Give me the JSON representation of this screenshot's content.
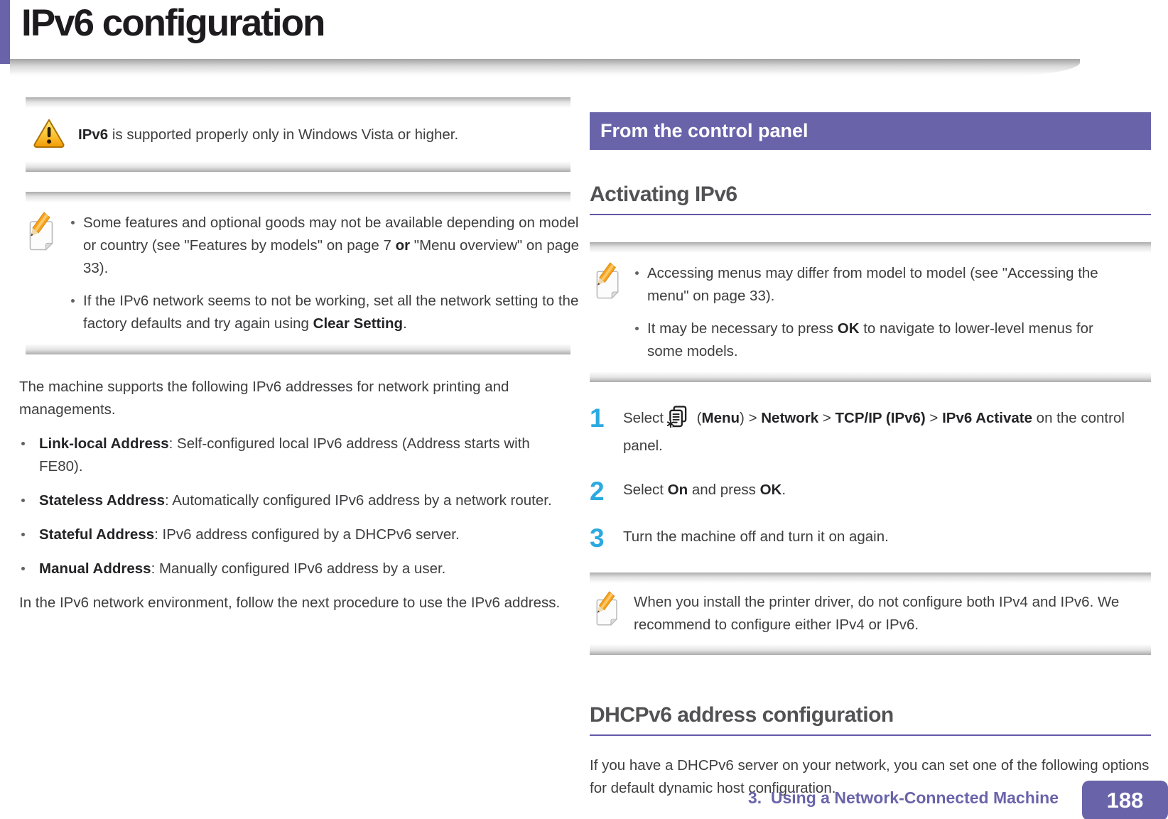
{
  "header": {
    "title": "IPv6 configuration"
  },
  "colors": {
    "accent_purple": "#6964AA",
    "step_number_cyan": "#2BA9E0",
    "heading_gray": "#525254"
  },
  "icons": {
    "warning_icon": "yellow-triangle-exclamation",
    "note_icon": "page-with-pencil",
    "menu_icon": "document-list-with-asterisk"
  },
  "left": {
    "warning": {
      "segs": [
        {
          "t": "IPv6",
          "b": true
        },
        {
          "t": " is supported properly only in Windows Vista or higher."
        }
      ]
    },
    "note1": {
      "items": [
        {
          "segs": [
            {
              "t": "Some features and optional goods may not be available depending on model or country (see \"Features by models\" on page 7 "
            },
            {
              "t": "or",
              "b": true
            },
            {
              "t": " \"Menu overview\" on page 33)."
            }
          ]
        },
        {
          "segs": [
            {
              "t": "If the IPv6 network seems to not be working, set all the network setting to the factory defaults and try again using "
            },
            {
              "t": "Clear Setting",
              "b": true
            },
            {
              "t": "."
            }
          ]
        }
      ]
    },
    "intro": "The machine supports the following IPv6 addresses for network printing and managements.",
    "addresses": [
      {
        "segs": [
          {
            "t": "Link-local Address",
            "b": true
          },
          {
            "t": ": Self-configured local IPv6 address (Address starts with FE80)."
          }
        ]
      },
      {
        "segs": [
          {
            "t": "Stateless Address",
            "b": true
          },
          {
            "t": ": Automatically configured IPv6 address by a network router."
          }
        ]
      },
      {
        "segs": [
          {
            "t": "Stateful Address",
            "b": true
          },
          {
            "t": ": IPv6 address configured by a DHCPv6 server."
          }
        ]
      },
      {
        "segs": [
          {
            "t": "Manual Address",
            "b": true
          },
          {
            "t": ": Manually configured IPv6 address by a user."
          }
        ]
      }
    ],
    "outro": "In the IPv6 network environment, follow the next procedure to use the IPv6 address."
  },
  "right": {
    "banner": "From the control panel",
    "activating_heading": "Activating IPv6",
    "note2": {
      "items": [
        {
          "segs": [
            {
              "t": "Accessing menus may differ from model to model (see \"Accessing the menu\" on page 33)."
            }
          ]
        },
        {
          "segs": [
            {
              "t": "It may be necessary to press "
            },
            {
              "t": "OK",
              "b": true
            },
            {
              "t": " to navigate to lower-level menus for some models."
            }
          ]
        }
      ]
    },
    "steps": [
      {
        "num": "1",
        "pre": "Select",
        "rest": {
          "segs": [
            {
              "t": " ("
            },
            {
              "t": "Menu",
              "b": true
            },
            {
              "t": ") > "
            },
            {
              "t": "Network",
              "b": true
            },
            {
              "t": " > "
            },
            {
              "t": "TCP/IP (IPv6)",
              "b": true
            },
            {
              "t": " > "
            },
            {
              "t": "IPv6 Activate",
              "b": true
            },
            {
              "t": " on the control panel."
            }
          ]
        }
      },
      {
        "num": "2",
        "segs": [
          {
            "t": "Select "
          },
          {
            "t": "On",
            "b": true
          },
          {
            "t": " and press "
          },
          {
            "t": "OK",
            "b": true
          },
          {
            "t": "."
          }
        ]
      },
      {
        "num": "3",
        "segs": [
          {
            "t": "Turn the machine off and turn it on again."
          }
        ]
      }
    ],
    "note3": {
      "segs": [
        {
          "t": "When you install the printer driver, do not configure both IPv4 and IPv6. We recommend to configure either IPv4 or IPv6."
        }
      ]
    },
    "dhcp_heading": "DHCPv6 address configuration",
    "dhcp_body": "If you have a DHCPv6 server on your network, you can set one of the following options for default dynamic host configuration."
  },
  "footer": {
    "chapter": "3.  Using a Network-Connected Machine",
    "page_number": "188"
  }
}
